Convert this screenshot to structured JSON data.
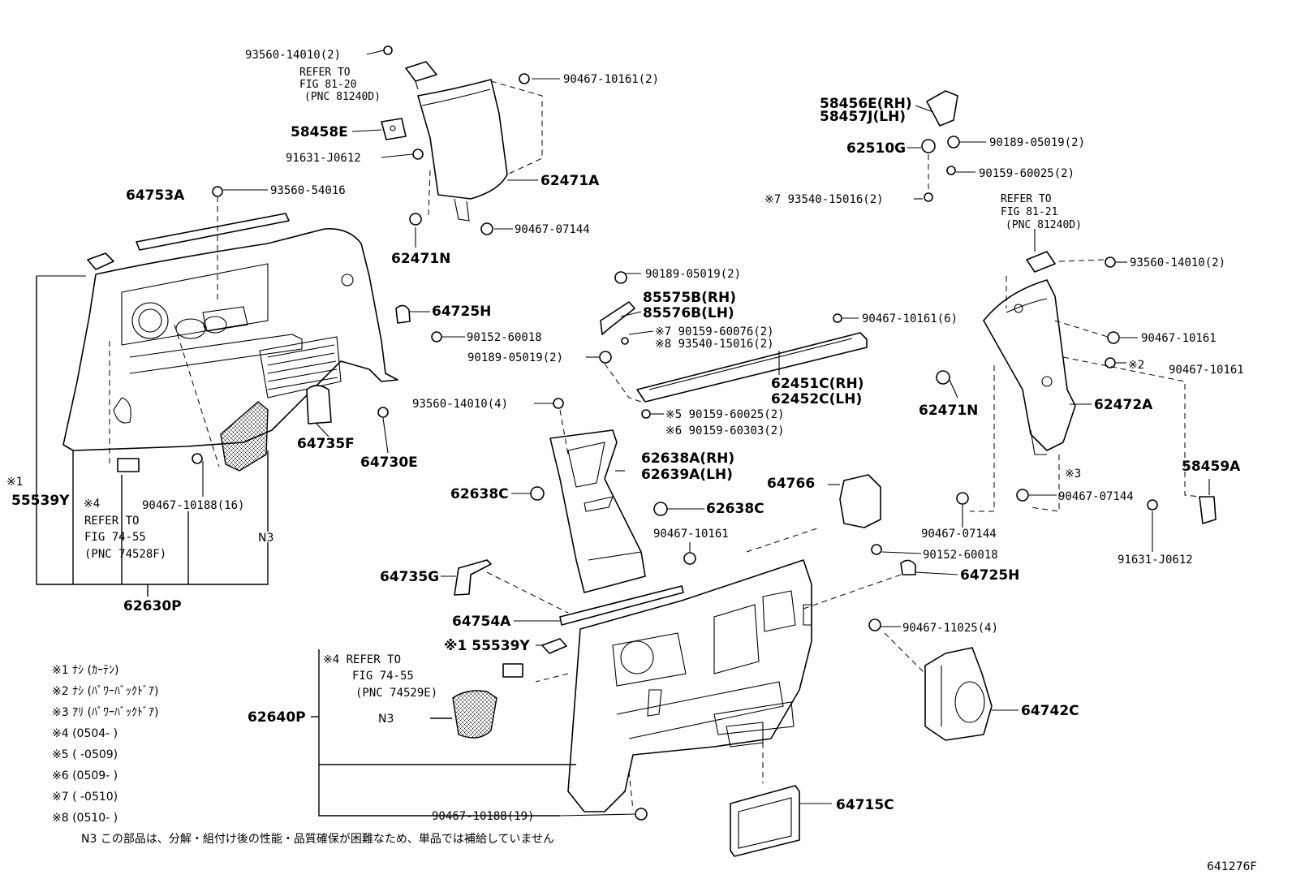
{
  "parts": {
    "p93560_14010_2_top": "93560-14010(2)",
    "refer_81_20_a": "REFER TO",
    "refer_81_20_b": "FIG 81-20",
    "refer_81_20_c": "(PNC 81240D)",
    "p90467_10161_2": "90467-10161(2)",
    "p58458E": "58458E",
    "p91631_J0612_top": "91631-J0612",
    "p62471A": "62471A",
    "p64753A": "64753A",
    "p93560_54016": "93560-54016",
    "p90467_07144_top": "90467-07144",
    "p62471N_left": "62471N",
    "p64725H_top": "64725H",
    "p90152_60018_top": "90152-60018",
    "p64735F": "64735F",
    "p64730E": "64730E",
    "p90467_10188_16": "90467-10188(16)",
    "p55539Y_left": "55539Y",
    "mark1_left": "※1",
    "mark4_left": "※4",
    "refer_74_55_a": "REFER TO",
    "refer_74_55_b": "FIG 74-55",
    "refer_74_55_c": "(PNC 74528F)",
    "n3_left": "N3",
    "p62630P": "62630P",
    "p58456E": "58456E(RH)",
    "p58457J": "58457J(LH)",
    "p90189_05019_2_right": "90189-05019(2)",
    "p62510G": "62510G",
    "p90159_60025_2_right": "90159-60025(2)",
    "p93540_15016_2": "※7 93540-15016(2)",
    "refer_81_21_a": "REFER TO",
    "refer_81_21_b": "FIG 81-21",
    "refer_81_21_c": "(PNC 81240D)",
    "p93560_14010_2_right": "93560-14010(2)",
    "p90189_05019_2_mid": "90189-05019(2)",
    "p85575B": "85575B(RH)",
    "p85576B": "85576B(LH)",
    "p90159_60076_2": "※7 90159-60076(2)",
    "p93540_15016_2_mid": "※8 93540-15016(2)",
    "p90189_05019_2_low": "90189-05019(2)",
    "p90467_10161_6": "90467-10161(6)",
    "p62451C": "62451C(RH)",
    "p62452C": "62452C(LH)",
    "p93560_14010_4": "93560-14010(4)",
    "p90159_60025_2_mid": "※5 90159-60025(2)",
    "p90159_60303_2": "※6 90159-60303(2)",
    "p90467_10161_right_a": "90467-10161",
    "mark2_right": "※2",
    "p90467_10161_right_b": "90467-10161",
    "p62471N_right": "62471N",
    "p62472A": "62472A",
    "mark3_right": "※3",
    "p58459A": "58459A",
    "p62638A": "62638A(RH)",
    "p62639A": "62639A(LH)",
    "p62638C_left": "62638C",
    "p62638C_right": "62638C",
    "p64766": "64766",
    "p90467_07144_mid": "90467-07144",
    "p90467_07144_low": "90467-07144",
    "p91631_J0612_right": "91631-J0612",
    "p90467_10161_mid": "90467-10161",
    "p90152_60018_mid": "90152-60018",
    "p64725H_mid": "64725H",
    "p64735G": "64735G",
    "p64754A": "64754A",
    "p55539Y_mid": "※1 55539Y",
    "p90467_11025_4": "90467-11025(4)",
    "refer_74_55_2_a": "※4 REFER TO",
    "refer_74_55_2_b": "FIG 74-55",
    "refer_74_55_2_c": "(PNC 74529E)",
    "p62640P": "62640P",
    "n3_mid": "N3",
    "p64742C": "64742C",
    "p90467_10188_19": "90467-10188(19)",
    "p64715C": "64715C"
  },
  "notes": [
    "※1  ﾅｼ (ｶｰﾃﾝ)",
    "※2  ﾅｼ (ﾊﾟﾜｰﾊﾞｯｸﾄﾞｱ)",
    "※3  ｱﾘ (ﾊﾟﾜｰﾊﾞｯｸﾄﾞｱ)",
    "※4  (0504-      )",
    "※5  (       -0509)",
    "※6  (0509-      )",
    "※7  (       -0510)",
    "※8  (0510-      )"
  ],
  "footnote": "N3  この部品は、分解・組付け後の性能・品質確保が困難なため、単品では補給していません",
  "figure_id": "641276F"
}
